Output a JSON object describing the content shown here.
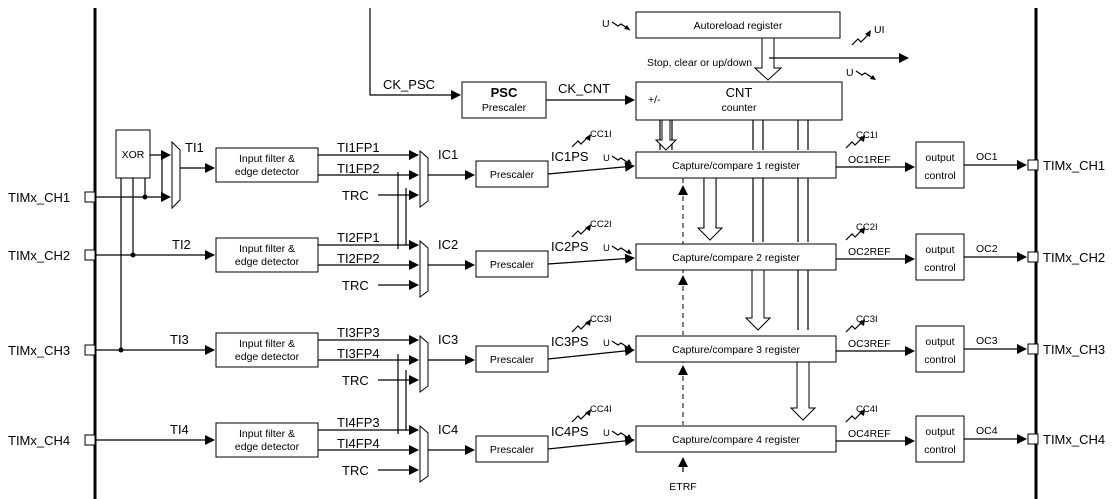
{
  "diagram": {
    "pins": [
      "TIMx_CH1",
      "TIMx_CH2",
      "TIMx_CH3",
      "TIMx_CH4"
    ],
    "out_pins": [
      "TIMx_CH1",
      "TIMx_CH2",
      "TIMx_CH3",
      "TIMx_CH4"
    ],
    "top": {
      "autoreload": "Autoreload register",
      "u": "U",
      "ui": "UI",
      "stop": "Stop, clear or up/down",
      "u2": "U",
      "ck_psc": "CK_PSC",
      "psc": "PSC",
      "psc_sub": "Prescaler",
      "ck_cnt": "CK_CNT",
      "cnt": "CNT",
      "cnt_sub": "counter",
      "updown": "+/-"
    },
    "xor": "XOR",
    "ti": [
      "TI1",
      "TI2",
      "TI3",
      "TI4"
    ],
    "filter_line1": "Input filter &",
    "filter_line2": "edge detector",
    "fp": [
      [
        "TI1FP1",
        "TI1FP2"
      ],
      [
        "TI2FP1",
        "TI2FP2"
      ],
      [
        "TI3FP3",
        "TI3FP4"
      ],
      [
        "TI4FP3",
        "TI4FP4"
      ]
    ],
    "trc": "TRC",
    "ic": [
      "IC1",
      "IC2",
      "IC3",
      "IC4"
    ],
    "prescaler": "Prescaler",
    "icps": [
      "IC1PS",
      "IC2PS",
      "IC3PS",
      "IC4PS"
    ],
    "cci": [
      "CC1I",
      "CC2I",
      "CC3I",
      "CC4I"
    ],
    "u": "U",
    "ccreg": [
      "Capture/compare 1 register",
      "Capture/compare 2 register",
      "Capture/compare 3 register",
      "Capture/compare 4 register"
    ],
    "ocref": [
      "OC1REF",
      "OC2REF",
      "OC3REF",
      "OC4REF"
    ],
    "oc_line1": "output",
    "oc_line2": "control",
    "oc": [
      "OC1",
      "OC2",
      "OC3",
      "OC4"
    ],
    "etrf": "ETRF"
  }
}
